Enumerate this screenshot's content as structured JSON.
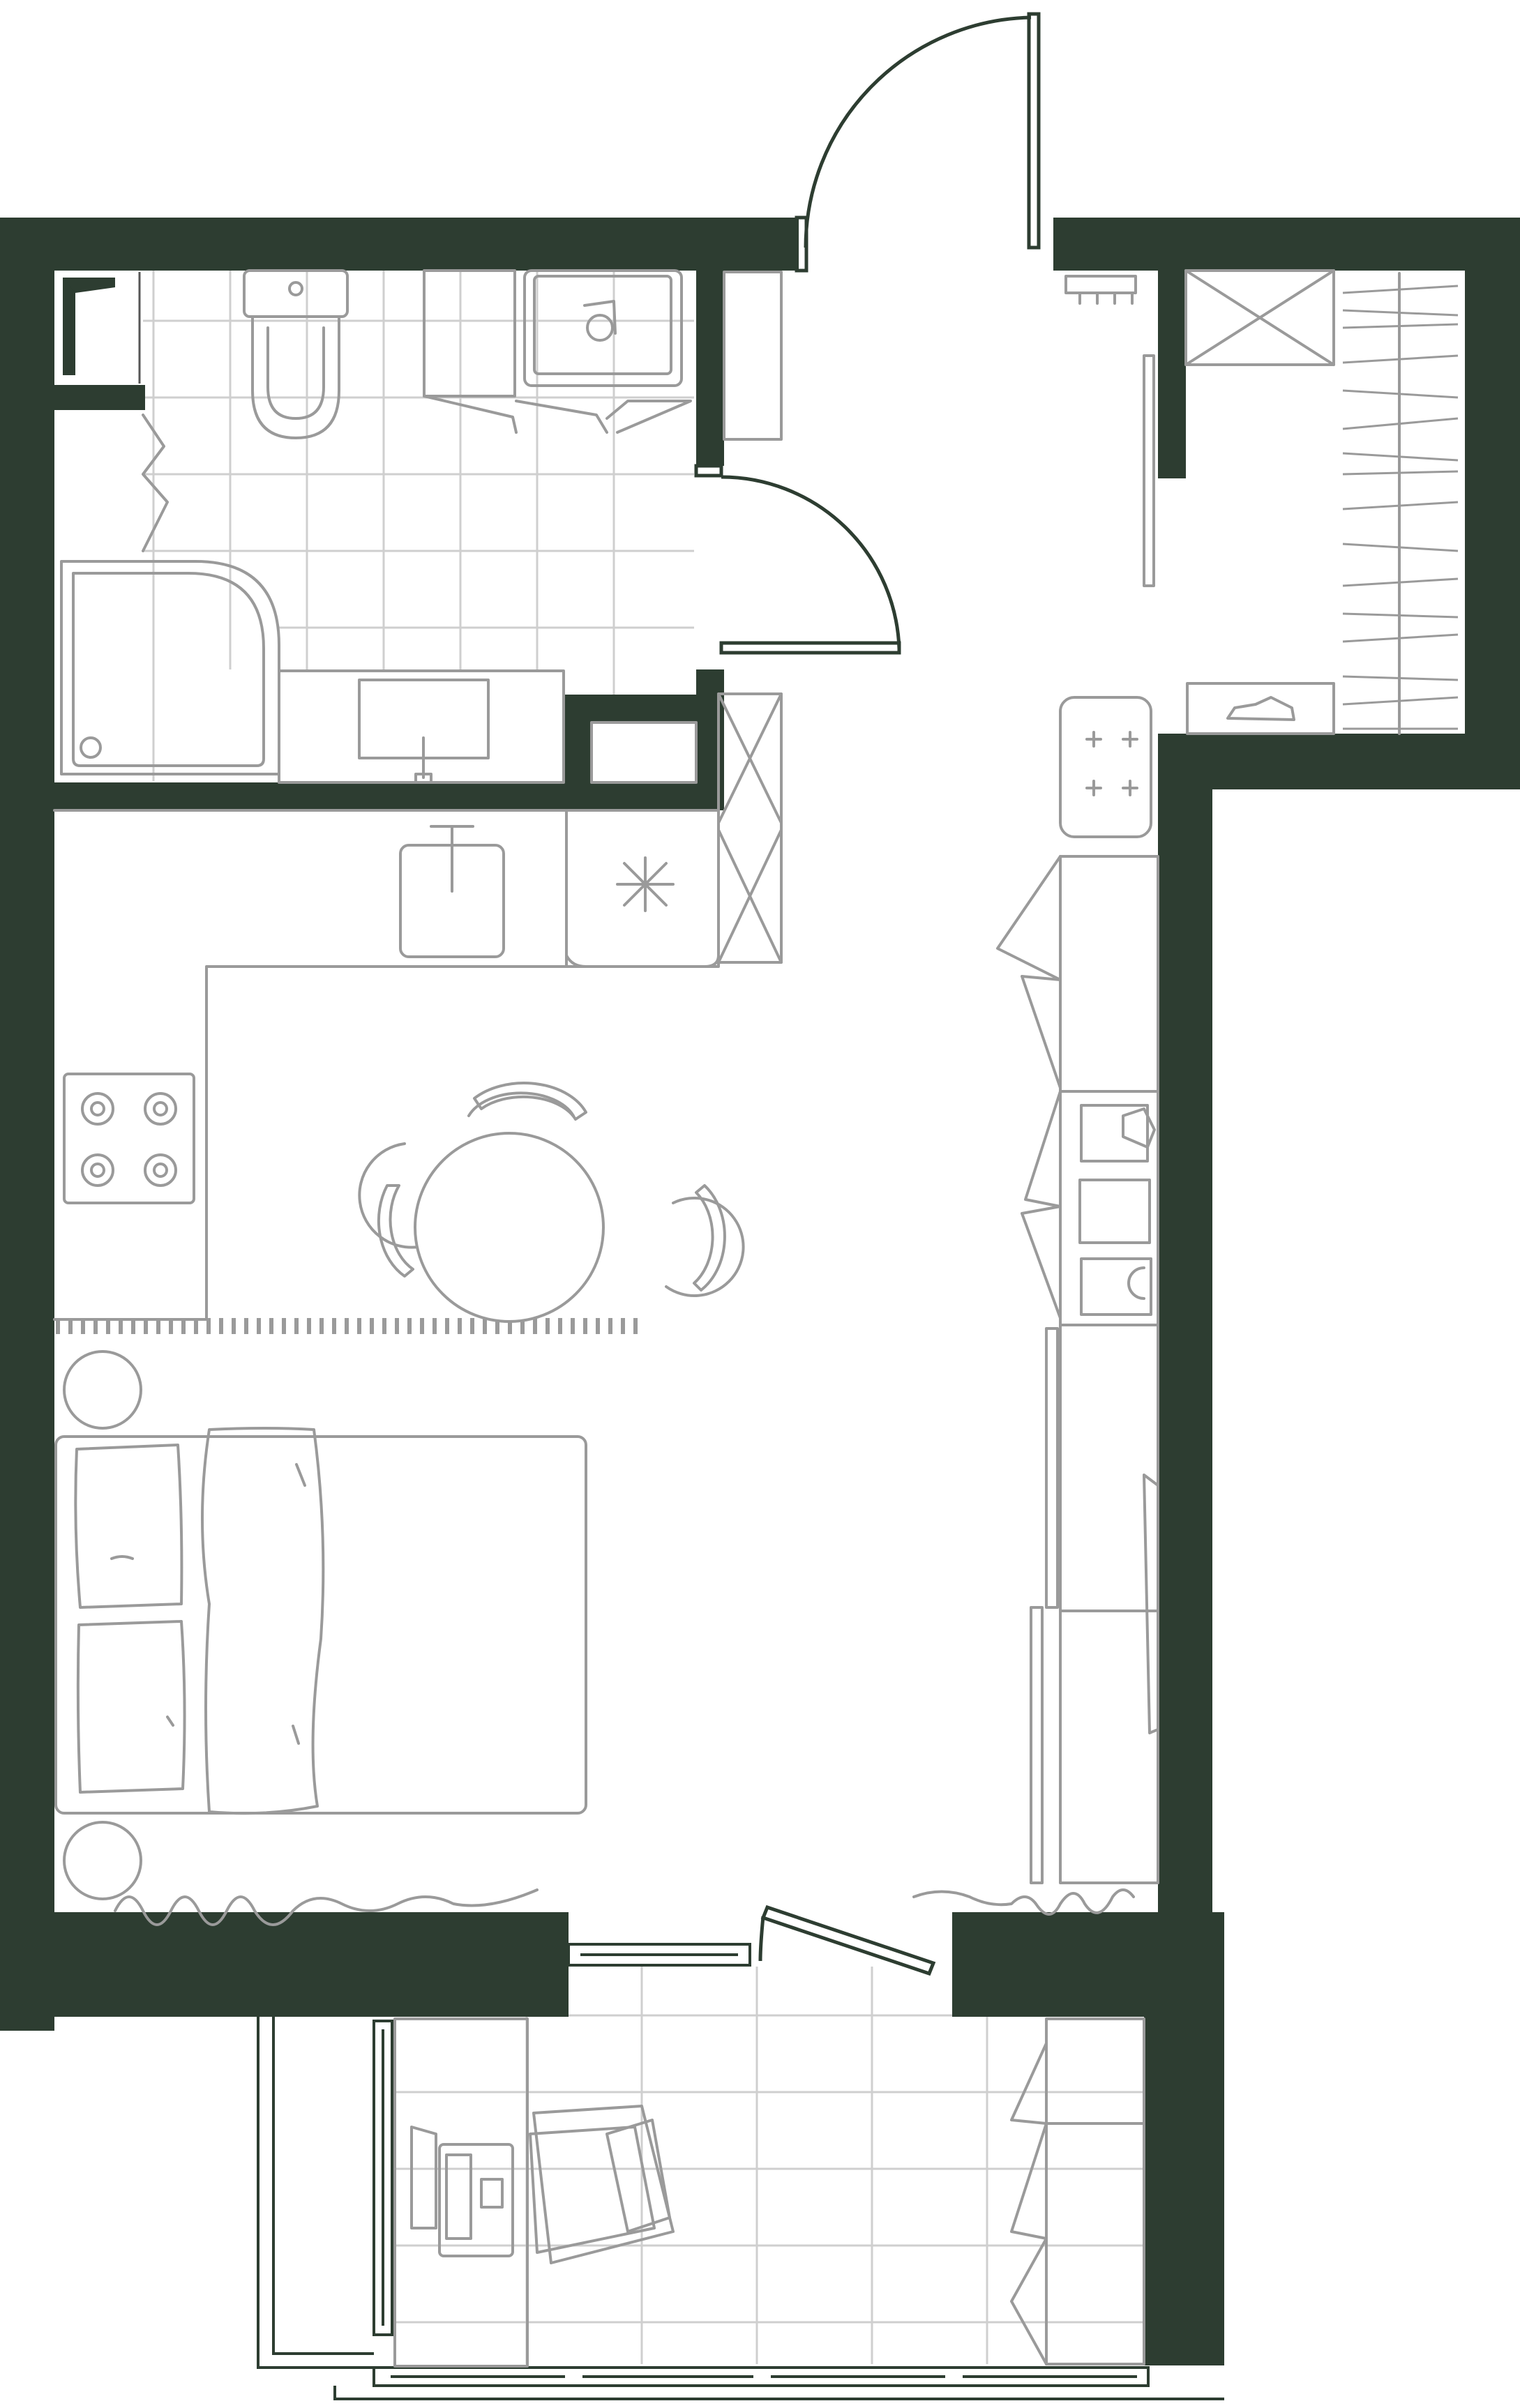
{
  "plan": {
    "title": "",
    "wall_color": "#2d3d31",
    "furniture_color": "#9a9a9a",
    "tile_color": "#cfcfcf",
    "rooms": [
      "bathroom",
      "hallway",
      "wardrobe",
      "kitchen-living",
      "balcony"
    ],
    "icons": [
      "toilet-icon",
      "washing-machine-icon",
      "shower-icon",
      "sink-icon",
      "stove-icon",
      "dining-table-icon",
      "bed-icon",
      "armchair-icon",
      "desk-icon",
      "shoe-icon",
      "radiator-icon",
      "door-swing-icon",
      "window-icon"
    ]
  }
}
